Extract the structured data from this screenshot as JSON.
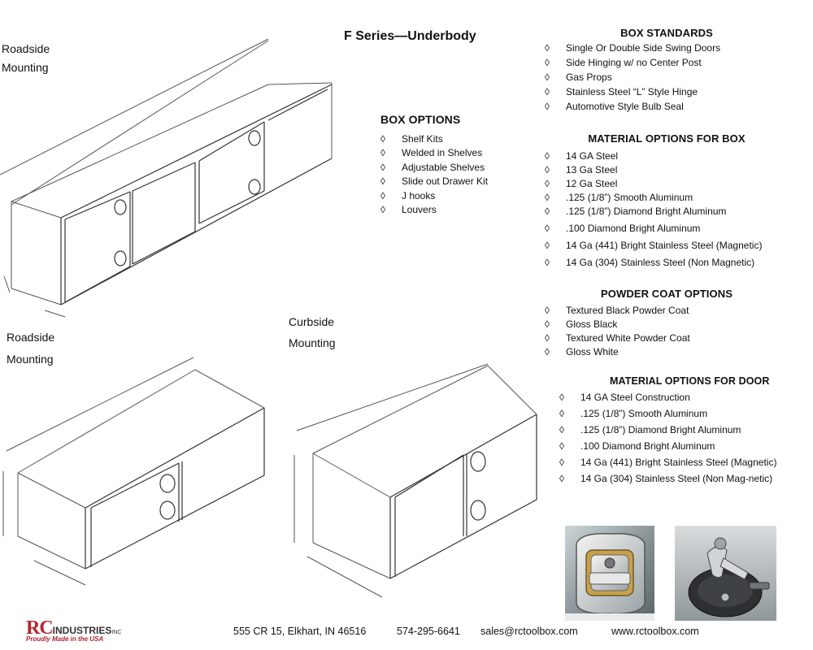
{
  "page_title": "F Series—Underbody",
  "labels": {
    "top_left_line1": "Roadside",
    "top_left_line2": "Mounting",
    "mid_left_line1": "Roadside",
    "mid_left_line2": "Mounting",
    "curb_line1": "Curbside",
    "curb_line2": "Mounting"
  },
  "box_options": {
    "heading": "BOX OPTIONS",
    "items": [
      "Shelf Kits",
      "Welded in Shelves",
      "Adjustable Shelves",
      "Slide out  Drawer Kit",
      "J hooks",
      "Louvers"
    ]
  },
  "box_standards": {
    "heading": "BOX STANDARDS",
    "items": [
      "Single Or Double  Side Swing Doors",
      "Side Hinging w/ no Center Post",
      "Gas Props",
      "Stainless Steel “L” Style Hinge",
      "Automotive Style Bulb Seal"
    ]
  },
  "material_box": {
    "heading": "MATERIAL OPTIONS FOR BOX",
    "items": [
      "14 GA Steel",
      "13 Ga Steel",
      "12 Ga Steel",
      ".125 (1/8”) Smooth Aluminum",
      ".125 (1/8”) Diamond Bright Aluminum",
      ".100 Diamond Bright Aluminum",
      " 14 Ga (441) Bright Stainless Steel  (Magnetic)",
      "14 Ga (304) Stainless Steel    (Non Magnetic)"
    ]
  },
  "powder_coat": {
    "heading": "POWDER COAT OPTIONS",
    "items": [
      "Textured  Black Powder  Coat",
      "Gloss Black",
      "Textured White Powder Coat",
      "Gloss White"
    ]
  },
  "material_door": {
    "heading": "MATERIAL OPTIONS FOR DOOR",
    "items": [
      "14 GA Steel Construction",
      ".125 (1/8”) Smooth Aluminum",
      ".125 (1/8”) Diamond Bright Aluminum",
      ".100 Diamond Bright Aluminum",
      "14 Ga (441) Bright Stainless Steel (Magnetic)",
      "14 Ga (304) Stainless Steel    (Non Mag-netic)"
    ]
  },
  "bullet_glyph": "◊",
  "footer": {
    "logo_rc": "RC",
    "logo_industries": "INDUSTRIES",
    "logo_inc": "INC",
    "logo_tagline": "Proudly Made in the USA",
    "address": "555 CR 15,  Elkhart,  IN  46516",
    "phone": "574-295-6641",
    "email": "sales@rctoolbox.com",
    "website": "www.rctoolbox.com"
  },
  "colors": {
    "brand_red": "#b3262c",
    "line": "#555555"
  }
}
